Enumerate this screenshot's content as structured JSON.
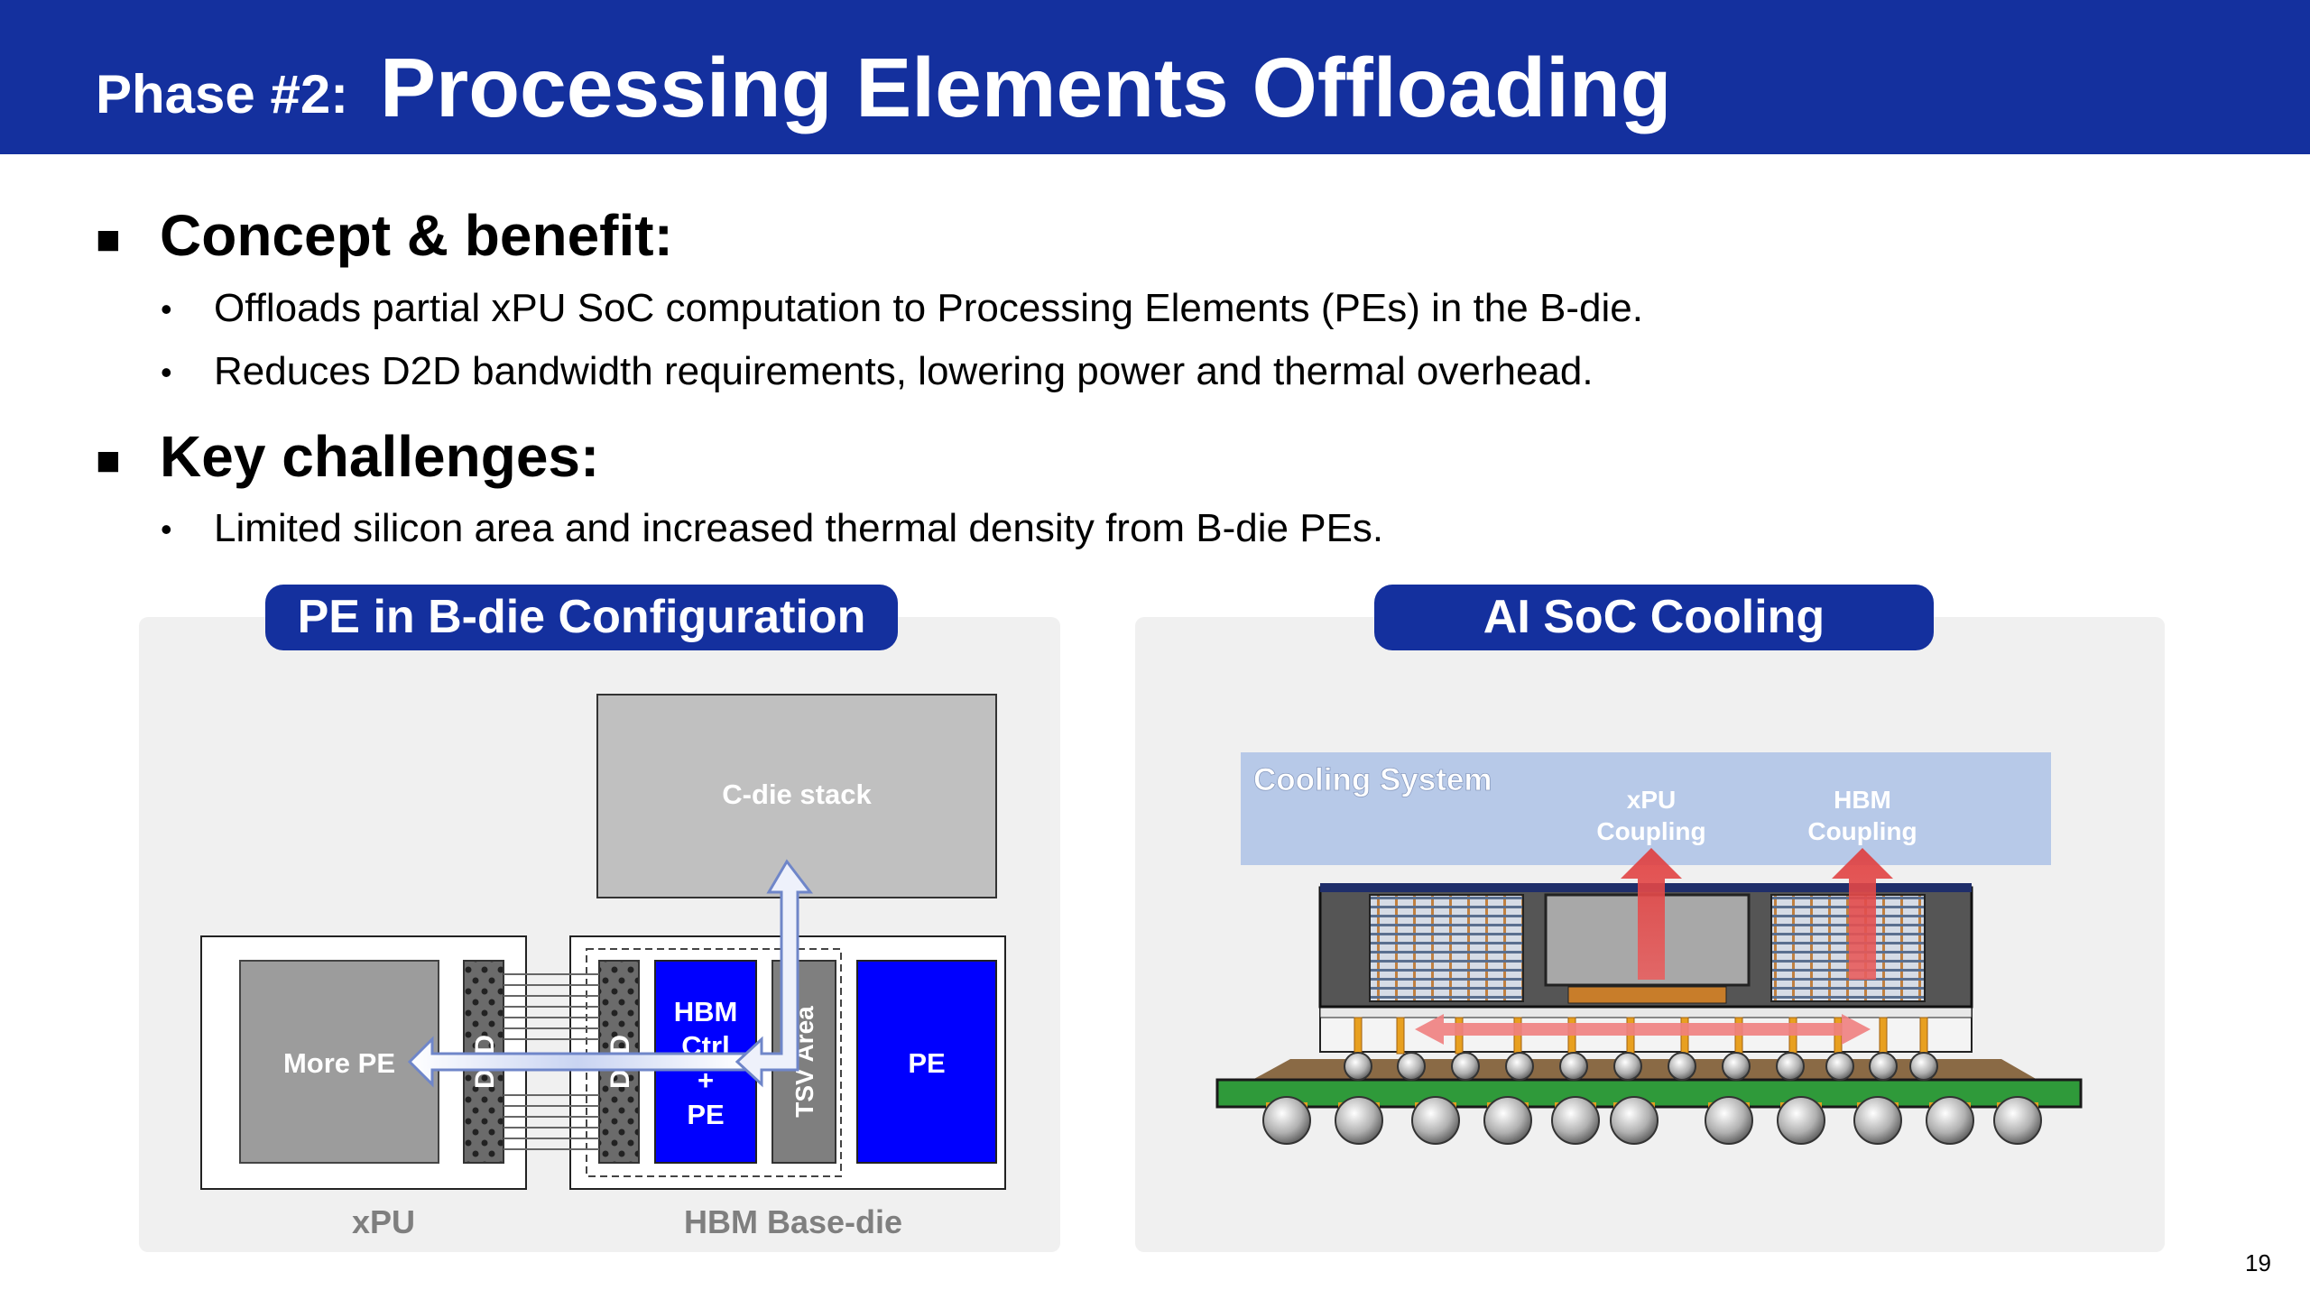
{
  "header": {
    "prefix": "Phase #2:",
    "title": "Processing Elements Offloading",
    "background": "#14309e"
  },
  "sections": [
    {
      "heading": "Concept & benefit:",
      "bullets": [
        "Offloads partial xPU SoC computation to Processing Elements (PEs) in the B-die.",
        "Reduces D2D bandwidth requirements, lowering power and thermal overhead."
      ]
    },
    {
      "heading": "Key challenges:",
      "bullets": [
        "Limited silicon area and increased thermal density from B-die PEs."
      ]
    }
  ],
  "left_panel": {
    "title": "PE in B-die Configuration",
    "c_die": "C-die stack",
    "more_pe": "More PE",
    "d2d": "D2D",
    "hbm_ctrl": [
      "HBM",
      "Ctrl",
      "+",
      "PE"
    ],
    "tsv": "TSV Area",
    "pe": "PE",
    "xpu_caption": "xPU",
    "hbm_caption": "HBM Base-die"
  },
  "right_panel": {
    "title": "AI SoC Cooling",
    "cooling_system": "Cooling System",
    "xpu_coupling": [
      "xPU",
      "Coupling"
    ],
    "hbm_coupling": [
      "HBM",
      "Coupling"
    ]
  },
  "page_number": "19",
  "colors": {
    "accent_blue": "#14309e",
    "pe_blue": "#0000ff",
    "panel_gray": "#f0f0f0",
    "cooling_fill": "#b3c6e7",
    "arrow_red": "#e04848"
  }
}
